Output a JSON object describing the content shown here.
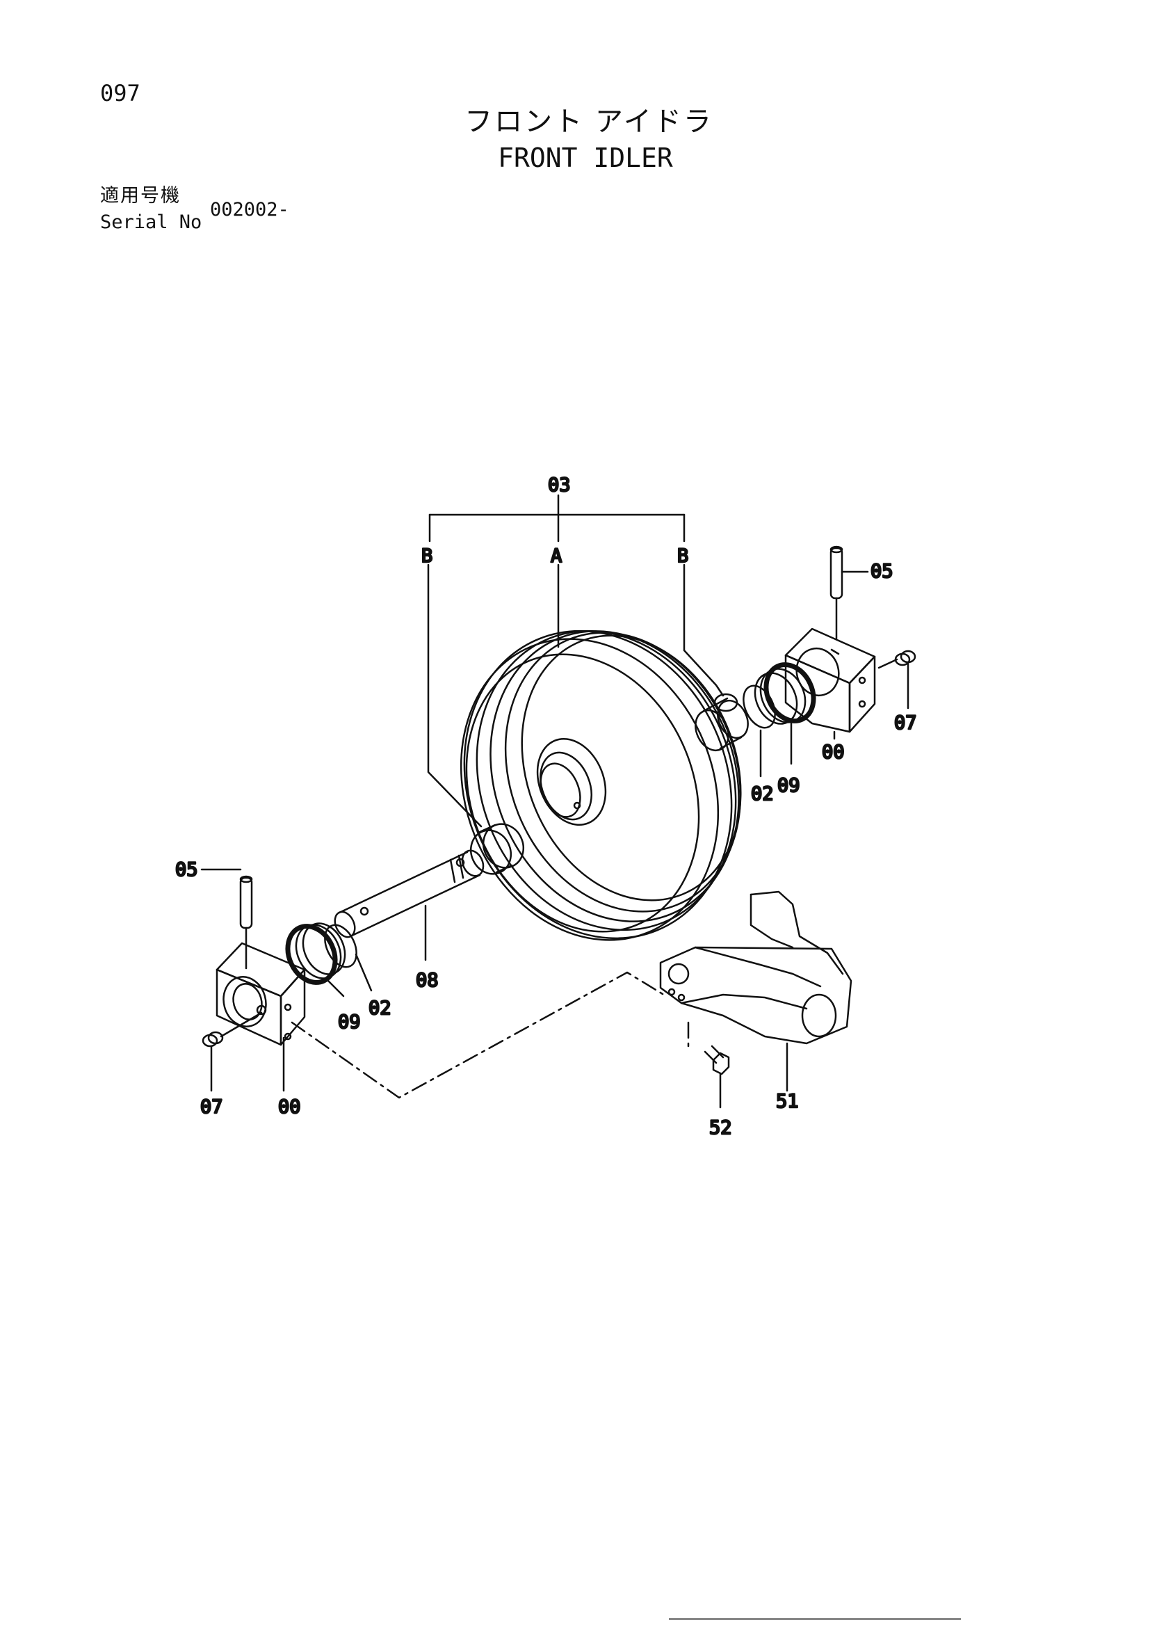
{
  "page_number": "097",
  "title_jp": "フロント アイドラ",
  "title_en": "FRONT IDLER",
  "serial": {
    "label_jp": "適用号機",
    "label_en": "Serial No",
    "value": "002002-"
  },
  "callouts": {
    "c03": "03",
    "cA": "A",
    "cB_left": "B",
    "cB_right": "B",
    "c05_right": "05",
    "c07_right": "07",
    "c00_right": "00",
    "c09_right": "09",
    "c02_right": "02",
    "c05_left": "05",
    "c08": "08",
    "c02_left": "02",
    "c09_left": "09",
    "c07_left": "07",
    "c00_left": "00",
    "c51": "51",
    "c52": "52"
  }
}
